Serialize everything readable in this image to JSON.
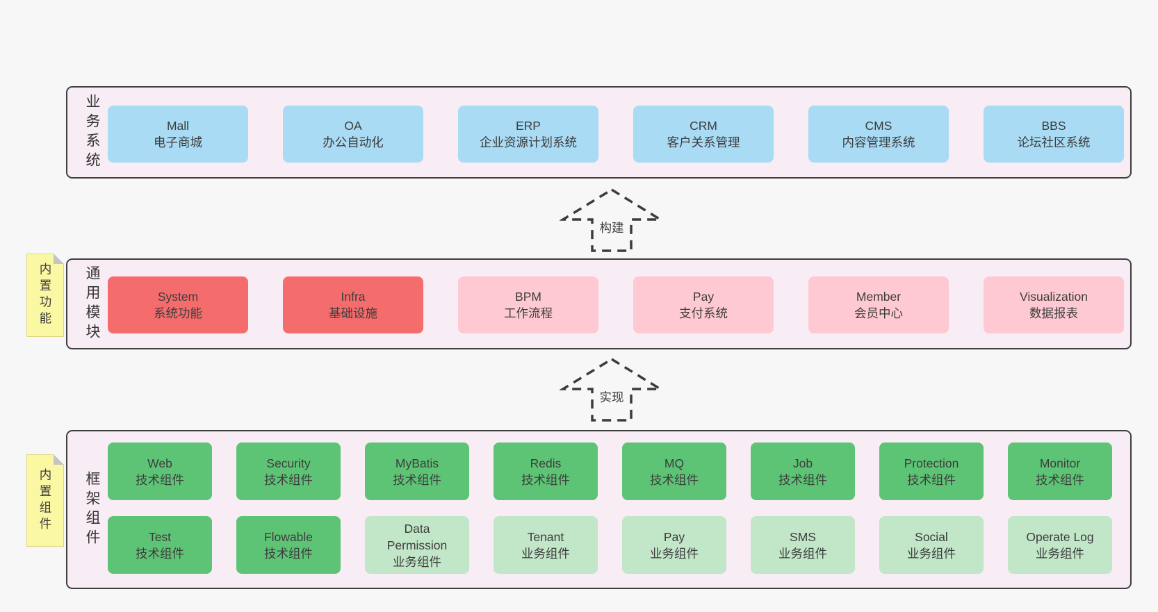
{
  "diagram": {
    "layers": [
      {
        "label": "业务系统",
        "boxes": [
          {
            "title": "Mall",
            "subtitle": "电子商城"
          },
          {
            "title": "OA",
            "subtitle": "办公自动化"
          },
          {
            "title": "ERP",
            "subtitle": "企业资源计划系统"
          },
          {
            "title": "CRM",
            "subtitle": "客户关系管理"
          },
          {
            "title": "CMS",
            "subtitle": "内容管理系统"
          },
          {
            "title": "BBS",
            "subtitle": "论坛社区系统"
          }
        ]
      },
      {
        "label": "通用模块",
        "note": "内置功能",
        "boxes": [
          {
            "title": "System",
            "subtitle": "系统功能"
          },
          {
            "title": "Infra",
            "subtitle": "基础设施"
          },
          {
            "title": "BPM",
            "subtitle": "工作流程"
          },
          {
            "title": "Pay",
            "subtitle": "支付系统"
          },
          {
            "title": "Member",
            "subtitle": "会员中心"
          },
          {
            "title": "Visualization",
            "subtitle": "数据报表"
          }
        ]
      },
      {
        "label": "框架组件",
        "note": "内置组件",
        "boxes": [
          {
            "title": "Web",
            "subtitle": "技术组件"
          },
          {
            "title": "Security",
            "subtitle": "技术组件"
          },
          {
            "title": "MyBatis",
            "subtitle": "技术组件"
          },
          {
            "title": "Redis",
            "subtitle": "技术组件"
          },
          {
            "title": "MQ",
            "subtitle": "技术组件"
          },
          {
            "title": "Job",
            "subtitle": "技术组件"
          },
          {
            "title": "Protection",
            "subtitle": "技术组件"
          },
          {
            "title": "Monitor",
            "subtitle": "技术组件"
          },
          {
            "title": "Test",
            "subtitle": "技术组件"
          },
          {
            "title": "Flowable",
            "subtitle": "技术组件"
          },
          {
            "title": "Data Permission",
            "subtitle": "业务组件"
          },
          {
            "title": "Tenant",
            "subtitle": "业务组件"
          },
          {
            "title": "Pay",
            "subtitle": "业务组件"
          },
          {
            "title": "SMS",
            "subtitle": "业务组件"
          },
          {
            "title": "Social",
            "subtitle": "业务组件"
          },
          {
            "title": "Operate Log",
            "subtitle": "业务组件"
          }
        ]
      }
    ],
    "arrows": [
      {
        "label": "构建"
      },
      {
        "label": "实现"
      }
    ],
    "colors": {
      "page_bg": "#f7f7f7",
      "layer_bg": "#f8ecf5",
      "layer_border": "#3f3f3f",
      "blue_box": "#a9dbf5",
      "red_box": "#f56c6c",
      "pink_box": "#fec9d3",
      "green_box": "#5ec475",
      "light_green_box": "#c2e6c8",
      "note_bg": "#fbf8a3",
      "text": "#3a3a3a"
    }
  }
}
